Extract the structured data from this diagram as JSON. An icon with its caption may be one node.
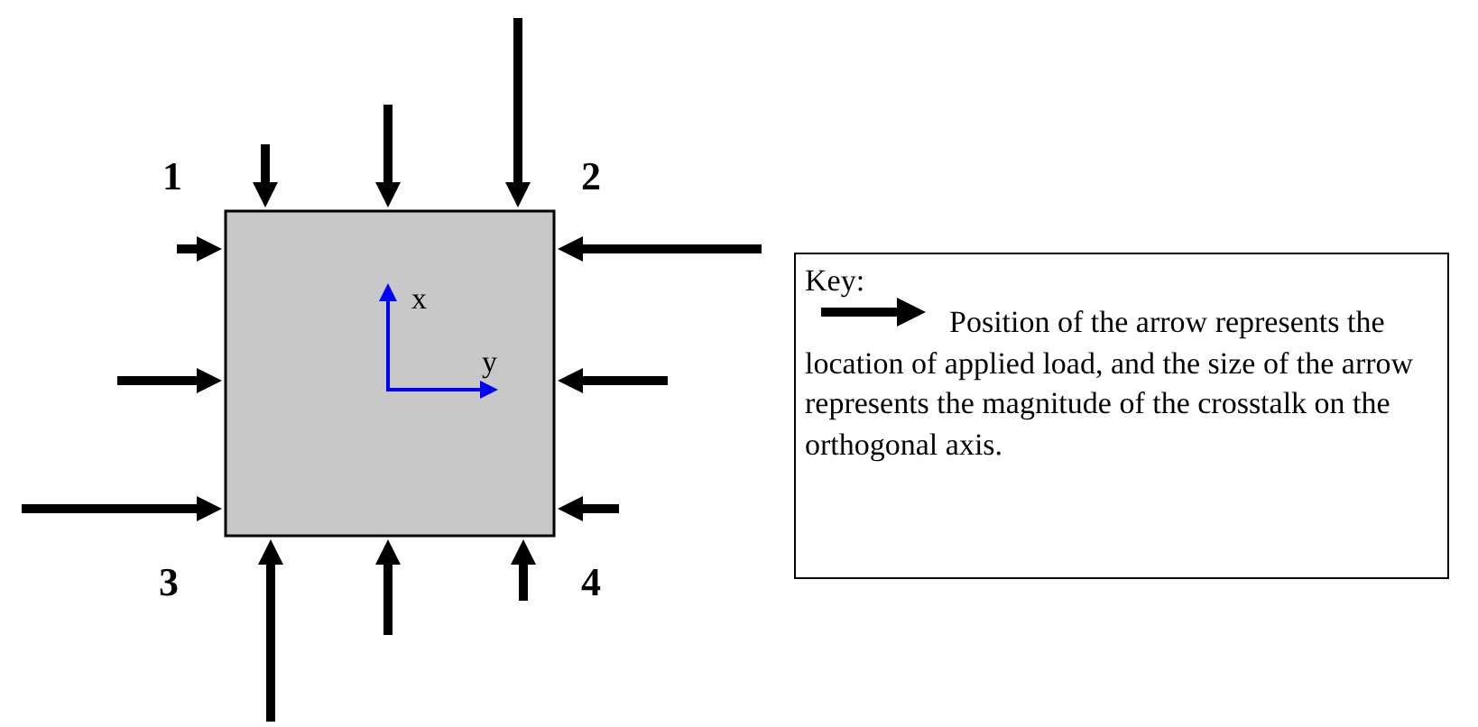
{
  "diagram": {
    "labels": [
      "1",
      "2",
      "3",
      "4",
      "x",
      "y",
      "Key:"
    ],
    "legend": [
      {
        "text": "Position of the arrow represents the location of applied load, and the size of the arrow represents the magnitude of the crosstalk on the orthogonal axis."
      }
    ]
  }
}
